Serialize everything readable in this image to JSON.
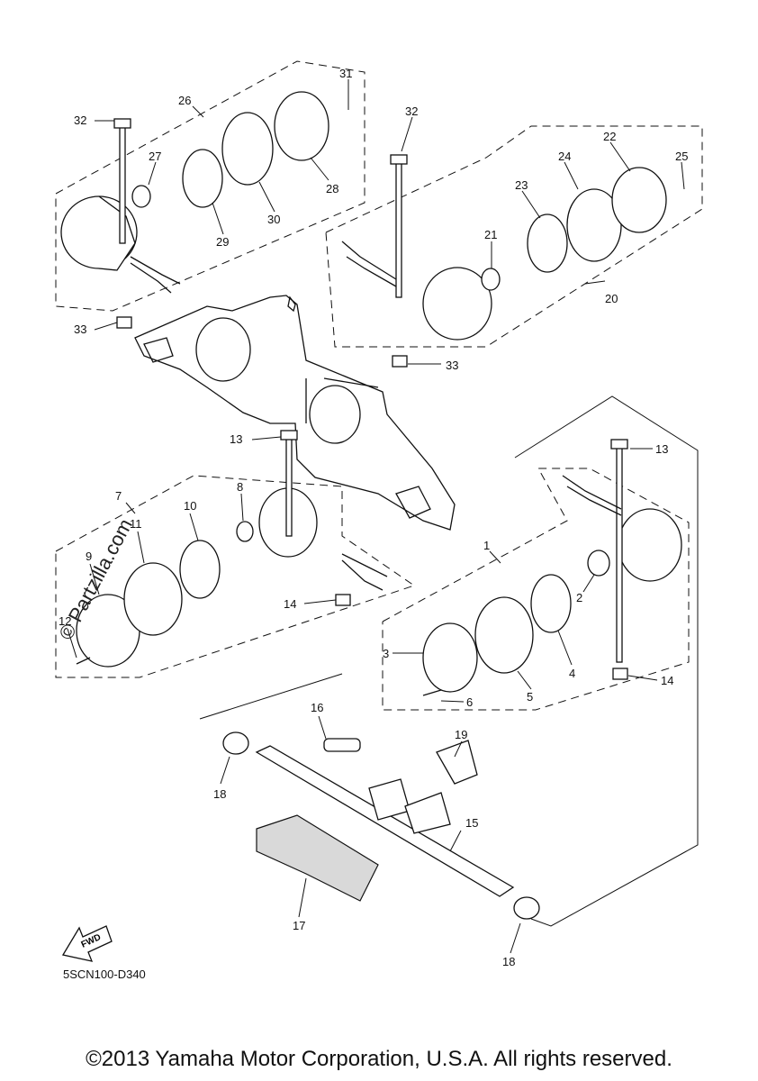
{
  "diagram": {
    "callouts": [
      {
        "id": "c31",
        "text": "31"
      },
      {
        "id": "c26",
        "text": "26"
      },
      {
        "id": "c32a",
        "text": "32"
      },
      {
        "id": "c27",
        "text": "27"
      },
      {
        "id": "c28",
        "text": "28"
      },
      {
        "id": "c29",
        "text": "29"
      },
      {
        "id": "c30",
        "text": "30"
      },
      {
        "id": "c33a",
        "text": "33"
      },
      {
        "id": "c32b",
        "text": "32"
      },
      {
        "id": "c22",
        "text": "22"
      },
      {
        "id": "c24",
        "text": "24"
      },
      {
        "id": "c25",
        "text": "25"
      },
      {
        "id": "c23",
        "text": "23"
      },
      {
        "id": "c21",
        "text": "21"
      },
      {
        "id": "c20",
        "text": "20"
      },
      {
        "id": "c33b",
        "text": "33"
      },
      {
        "id": "c13a",
        "text": "13"
      },
      {
        "id": "c13b",
        "text": "13"
      },
      {
        "id": "c7",
        "text": "7"
      },
      {
        "id": "c8",
        "text": "8"
      },
      {
        "id": "c10",
        "text": "10"
      },
      {
        "id": "c11",
        "text": "11"
      },
      {
        "id": "c9",
        "text": "9"
      },
      {
        "id": "c12",
        "text": "12"
      },
      {
        "id": "c14a",
        "text": "14"
      },
      {
        "id": "c1",
        "text": "1"
      },
      {
        "id": "c2",
        "text": "2"
      },
      {
        "id": "c3",
        "text": "3"
      },
      {
        "id": "c4",
        "text": "4"
      },
      {
        "id": "c5",
        "text": "5"
      },
      {
        "id": "c6",
        "text": "6"
      },
      {
        "id": "c14b",
        "text": "14"
      },
      {
        "id": "c16",
        "text": "16"
      },
      {
        "id": "c19",
        "text": "19"
      },
      {
        "id": "c18a",
        "text": "18"
      },
      {
        "id": "c15",
        "text": "15"
      },
      {
        "id": "c17",
        "text": "17"
      },
      {
        "id": "c18b",
        "text": "18"
      }
    ],
    "fwd_label": "FWD",
    "diagram_code": "5SCN100-D340",
    "watermark": "© Partzilla.com"
  },
  "footer": {
    "copyright": "©2013 Yamaha Motor Corporation, U.S.A. All rights reserved."
  }
}
